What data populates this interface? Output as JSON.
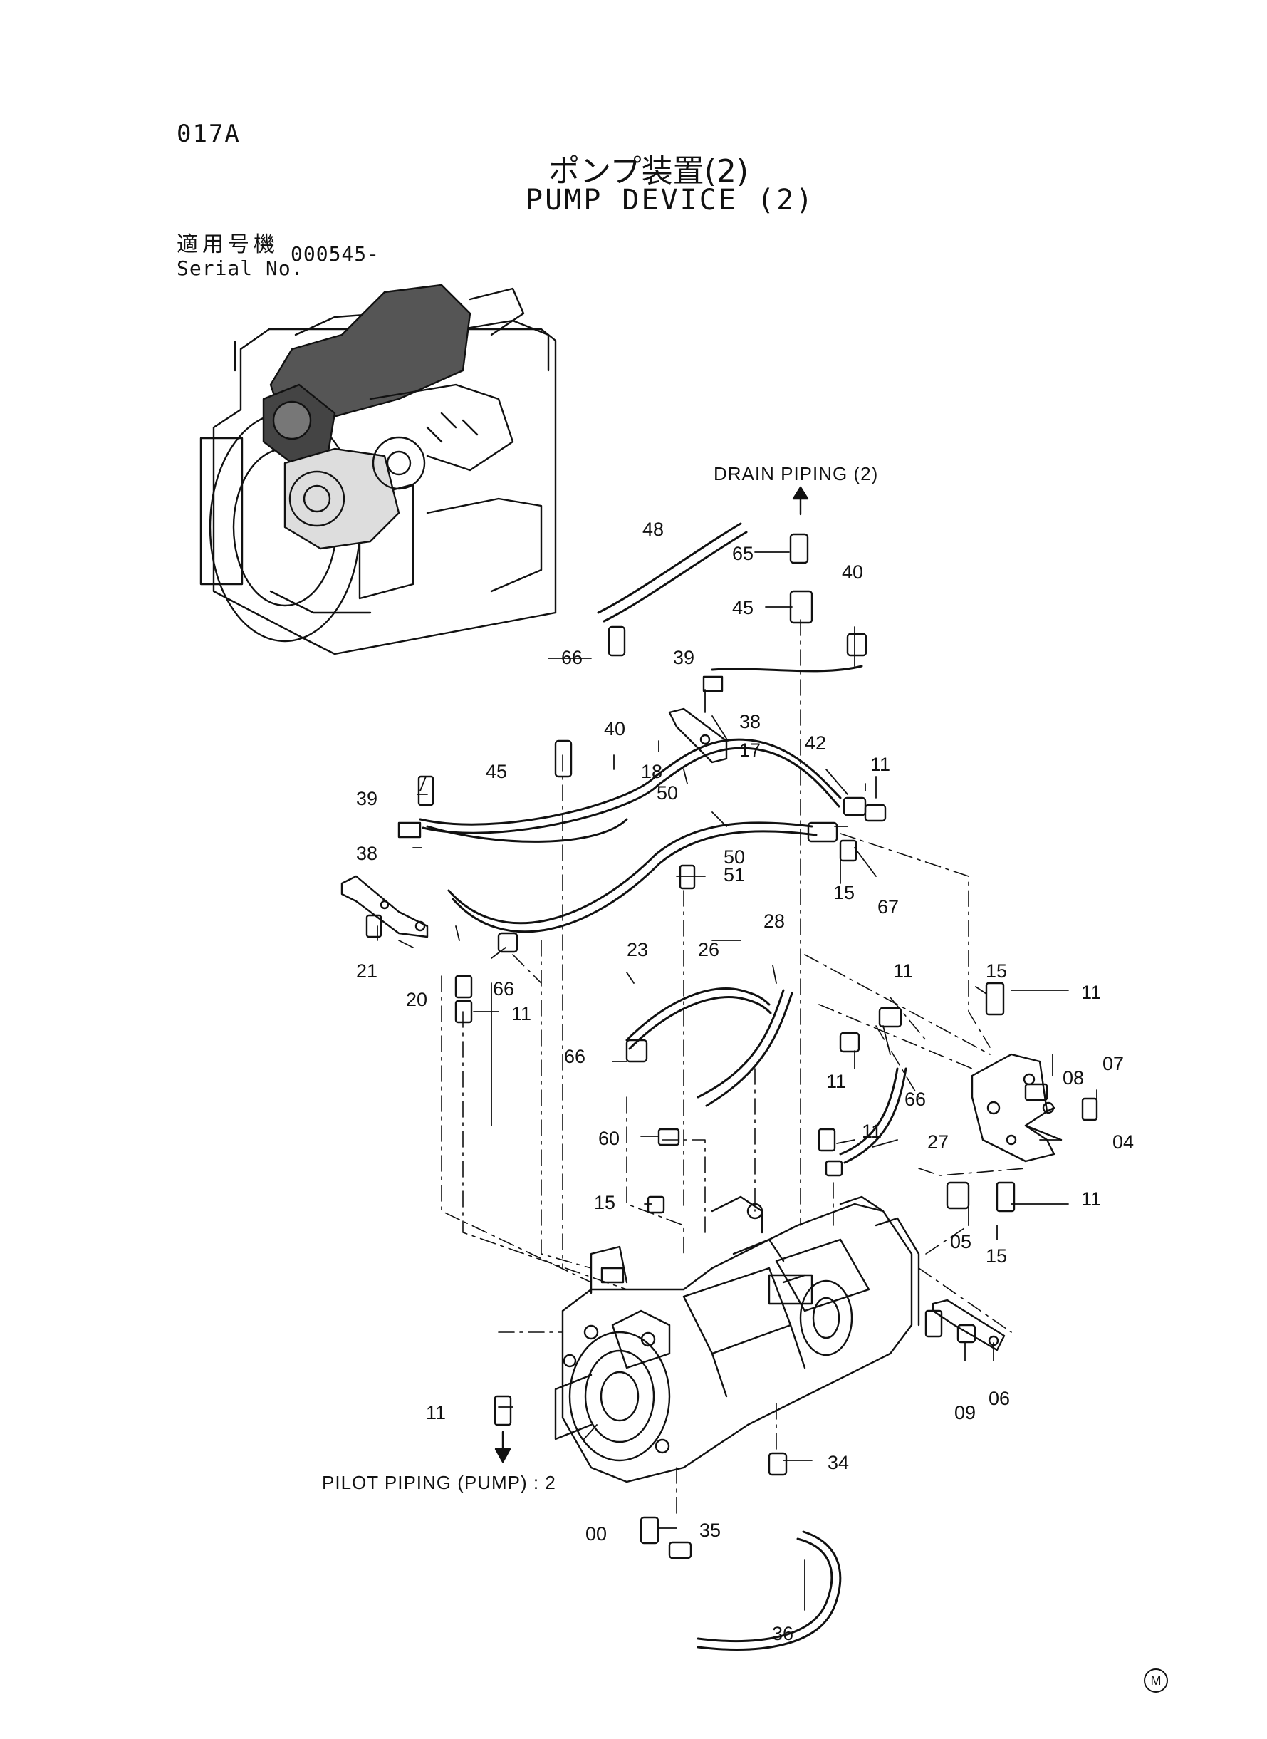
{
  "page_code": "017A",
  "title_jp": "ポンプ装置(2)",
  "title_en": "PUMP DEVICE (2)",
  "serial": {
    "label_jp": "適用号機",
    "label_en": "Serial No.",
    "value": "000545-"
  },
  "notes": {
    "drain": "DRAIN PIPING (2)",
    "pilot": "PILOT PIPING (PUMP) : 2"
  },
  "mark": "M",
  "callouts": [
    {
      "id": "c48",
      "text": "48"
    },
    {
      "id": "c65",
      "text": "65"
    },
    {
      "id": "c40a",
      "text": "40"
    },
    {
      "id": "c45a",
      "text": "45"
    },
    {
      "id": "c66a",
      "text": "66"
    },
    {
      "id": "c39a",
      "text": "39"
    },
    {
      "id": "c38a",
      "text": "38"
    },
    {
      "id": "c17",
      "text": "17"
    },
    {
      "id": "c40b",
      "text": "40"
    },
    {
      "id": "c18",
      "text": "18"
    },
    {
      "id": "c42",
      "text": "42"
    },
    {
      "id": "c45b",
      "text": "45"
    },
    {
      "id": "c11a",
      "text": "11"
    },
    {
      "id": "c39b",
      "text": "39"
    },
    {
      "id": "c50a",
      "text": "50"
    },
    {
      "id": "c50b",
      "text": "50"
    },
    {
      "id": "c38b",
      "text": "38"
    },
    {
      "id": "c15a",
      "text": "15"
    },
    {
      "id": "c67",
      "text": "67"
    },
    {
      "id": "c51",
      "text": "51"
    },
    {
      "id": "c21",
      "text": "21"
    },
    {
      "id": "c23",
      "text": "23"
    },
    {
      "id": "c28",
      "text": "28"
    },
    {
      "id": "c20",
      "text": "20"
    },
    {
      "id": "c26",
      "text": "26"
    },
    {
      "id": "c66b",
      "text": "66"
    },
    {
      "id": "c11b",
      "text": "11"
    },
    {
      "id": "c11c",
      "text": "11"
    },
    {
      "id": "c15b",
      "text": "15"
    },
    {
      "id": "c11d",
      "text": "11"
    },
    {
      "id": "c66c",
      "text": "66"
    },
    {
      "id": "c07",
      "text": "07"
    },
    {
      "id": "c11e",
      "text": "11"
    },
    {
      "id": "c08",
      "text": "08"
    },
    {
      "id": "c66d",
      "text": "66"
    },
    {
      "id": "c04",
      "text": "04"
    },
    {
      "id": "c60",
      "text": "60"
    },
    {
      "id": "c11f",
      "text": "11"
    },
    {
      "id": "c27",
      "text": "27"
    },
    {
      "id": "c15c",
      "text": "15"
    },
    {
      "id": "c11g",
      "text": "11"
    },
    {
      "id": "c05",
      "text": "05"
    },
    {
      "id": "c15d",
      "text": "15"
    },
    {
      "id": "c09",
      "text": "09"
    },
    {
      "id": "c06",
      "text": "06"
    },
    {
      "id": "c11h",
      "text": "11"
    },
    {
      "id": "c34",
      "text": "34"
    },
    {
      "id": "c00",
      "text": "00"
    },
    {
      "id": "c35",
      "text": "35"
    },
    {
      "id": "c36",
      "text": "36"
    }
  ]
}
